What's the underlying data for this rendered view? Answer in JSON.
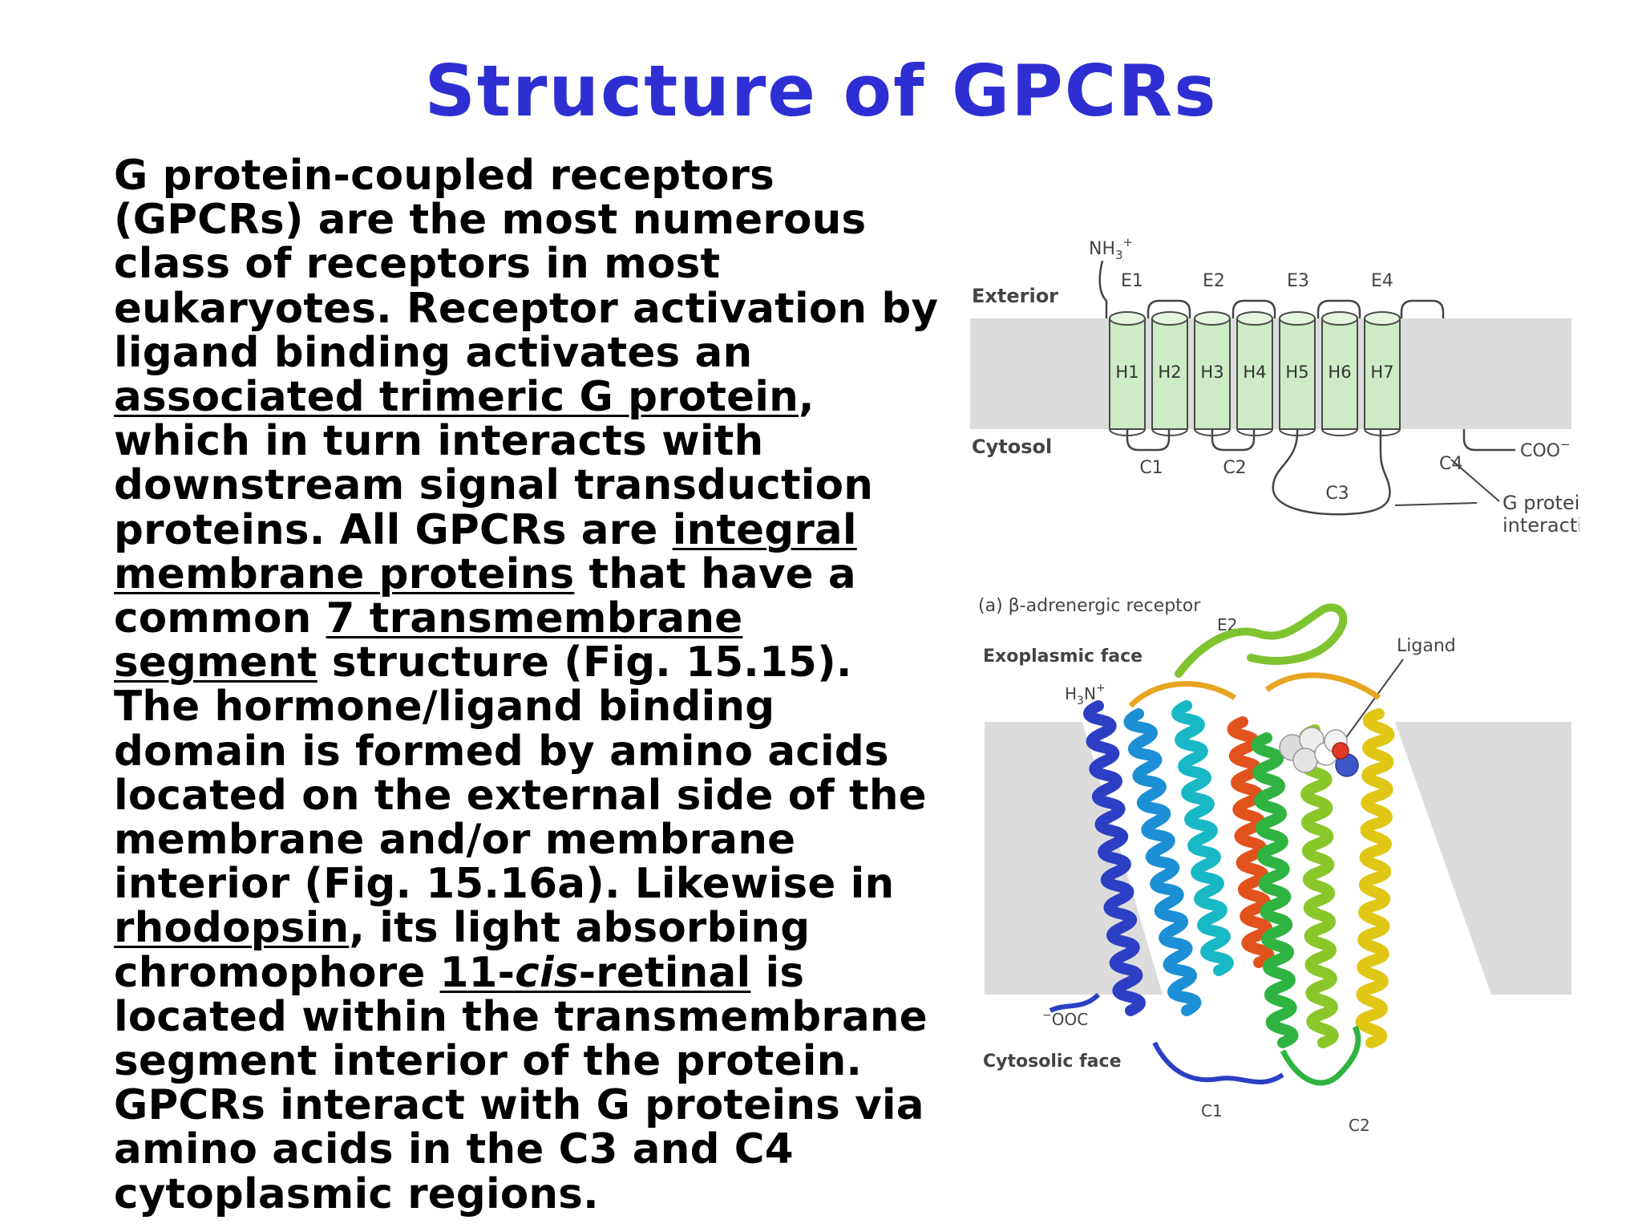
{
  "title": "Structure of GPCRs",
  "paragraph": {
    "t1": "G protein-coupled receptors (GPCRs) are the most numerous class of receptors in most eukaryotes. Receptor activation by ligand binding activates an ",
    "u1": "associated trimeric G protein",
    "t2": ", which in turn interacts with downstream signal transduction proteins. All GPCRs are ",
    "u2": "integral membrane proteins",
    "t3": " that have a common ",
    "u3": "7 transmembrane segment",
    "t4": " structure (Fig. 15.15). The hormone/ligand binding domain is formed by amino acids located on the external side of the membrane and/or membrane interior (Fig. 15.16a). Likewise in ",
    "u4": "rhodopsin",
    "t5": ", its light absorbing chromophore ",
    "u5a": "11-",
    "u5b": "cis",
    "u5c": "-retinal",
    "t6": " is located within the transmembrane segment interior of the protein. GPCRs interact with G proteins via amino acids in the C3 and C4 cytoplasmic regions."
  },
  "topology_figure": {
    "exterior_label": "Exterior",
    "cytosol_label": "Cytosol",
    "n_terminus": "NH",
    "n_sub": "3",
    "n_sup": "+",
    "extracellular_loops": [
      "E1",
      "E2",
      "E3",
      "E4"
    ],
    "helices": [
      "H1",
      "H2",
      "H3",
      "H4",
      "H5",
      "H6",
      "H7"
    ],
    "cytosolic_loops": [
      "C1",
      "C2",
      "C3",
      "C4"
    ],
    "c_terminus": "COO",
    "c_sup": "−",
    "g_protein_label_line1": "G protein",
    "g_protein_label_line2": "interaction",
    "colors": {
      "membrane": "#dcdcdc",
      "helix_fill": "#cdebc4",
      "helix_stroke": "#4a4a4a"
    }
  },
  "structure_figure": {
    "caption_prefix": "(a) ",
    "caption": "β-adrenergic receptor",
    "exoplasmic_label": "Exoplasmic face",
    "cytosolic_label": "Cytosolic face",
    "n_terminus": "H",
    "n_sub": "3",
    "n_rest": "N",
    "n_sup": "+",
    "c_terminus": "OOC",
    "c_sup": "−",
    "ligand_label": "Ligand",
    "e2_label": "E2",
    "c1_label": "C1",
    "c2_label": "C2",
    "helix_colors": [
      "#2c3fc4",
      "#1c8fd6",
      "#19b8c6",
      "#e2521d",
      "#2fb441",
      "#8ac72a",
      "#e0c716"
    ]
  }
}
